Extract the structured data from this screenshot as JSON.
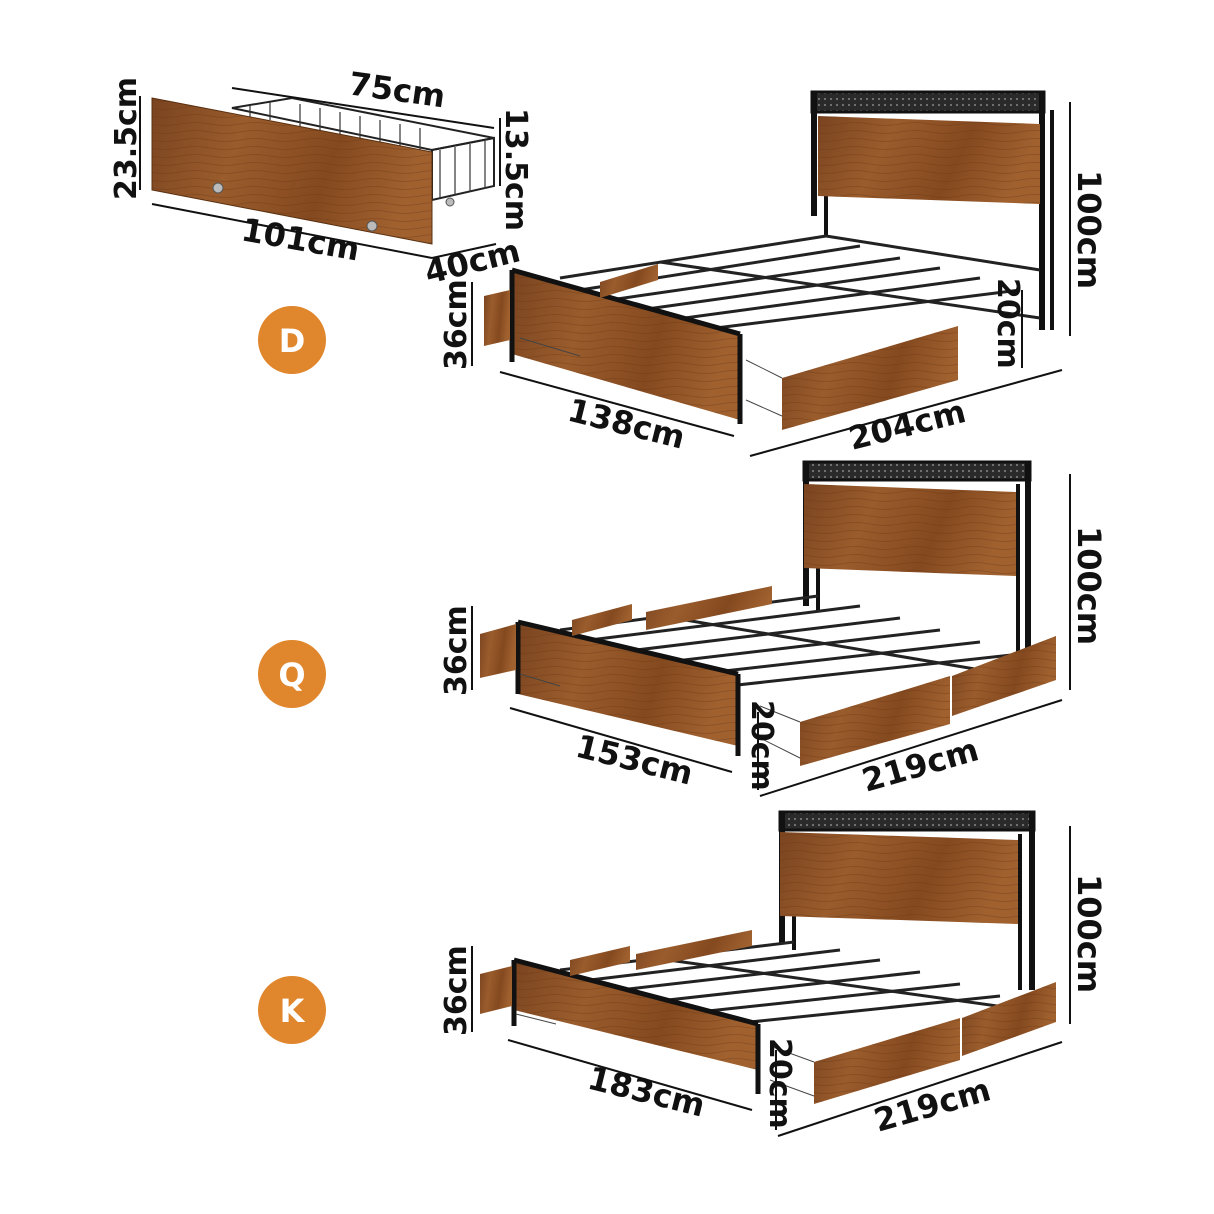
{
  "colors": {
    "badge": "#e0862c",
    "wood": "#8e5227",
    "wood_dark": "#6e3b18",
    "metal": "#1c1c1c",
    "text": "#111111"
  },
  "drawer": {
    "width": "75cm",
    "height_front": "23.5cm",
    "height_basket": "13.5cm",
    "length": "101cm",
    "depth": "40cm"
  },
  "sizes": [
    {
      "badge": "D",
      "height": "100cm",
      "side_height": "36cm",
      "clearance": "20cm",
      "width": "138cm",
      "length": "204cm"
    },
    {
      "badge": "Q",
      "height": "100cm",
      "side_height": "36cm",
      "clearance": "20cm",
      "width": "153cm",
      "length": "219cm"
    },
    {
      "badge": "K",
      "height": "100cm",
      "side_height": "36cm",
      "clearance": "20cm",
      "width": "183cm",
      "length": "219cm"
    }
  ]
}
